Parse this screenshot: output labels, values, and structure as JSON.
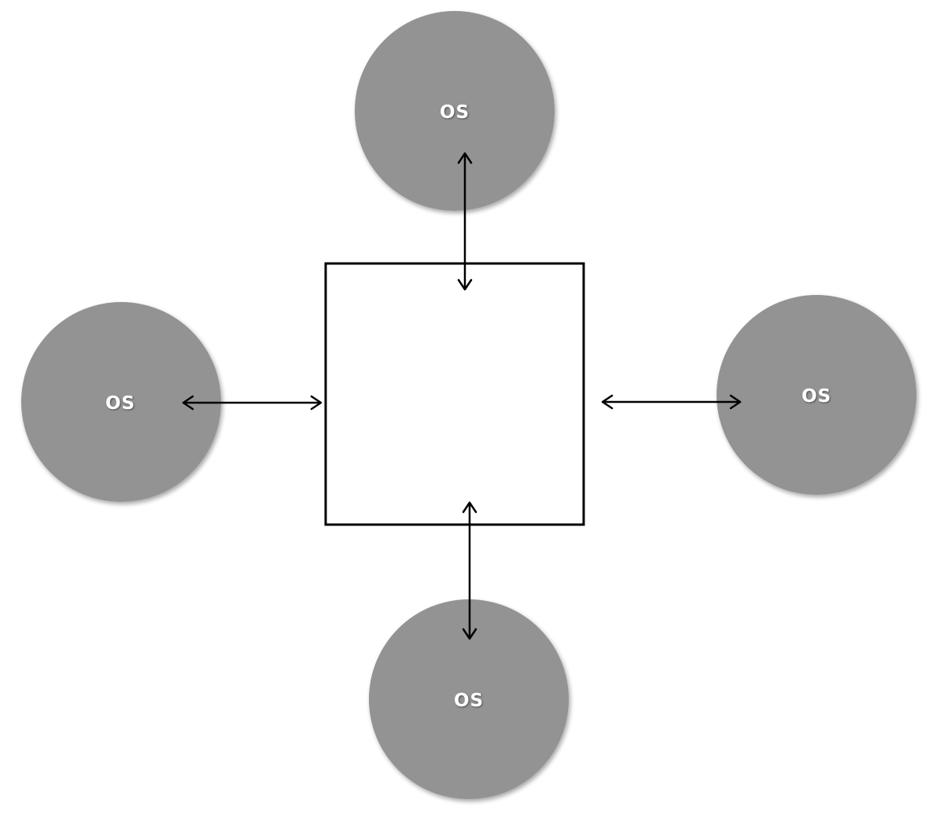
{
  "diagram": {
    "nodes": [
      {
        "id": "top",
        "label": "OS"
      },
      {
        "id": "left",
        "label": "OS"
      },
      {
        "id": "right",
        "label": "OS"
      },
      {
        "id": "bottom",
        "label": "OS"
      }
    ],
    "center": {
      "label": ""
    },
    "edges": [
      {
        "from": "center",
        "to": "top",
        "direction": "bidirectional"
      },
      {
        "from": "center",
        "to": "left",
        "direction": "bidirectional"
      },
      {
        "from": "center",
        "to": "right",
        "direction": "bidirectional"
      },
      {
        "from": "center",
        "to": "bottom",
        "direction": "bidirectional"
      }
    ],
    "colors": {
      "node_fill": "#939393",
      "node_text": "#ffffff",
      "box_stroke": "#000000",
      "arrow": "#000000"
    }
  }
}
